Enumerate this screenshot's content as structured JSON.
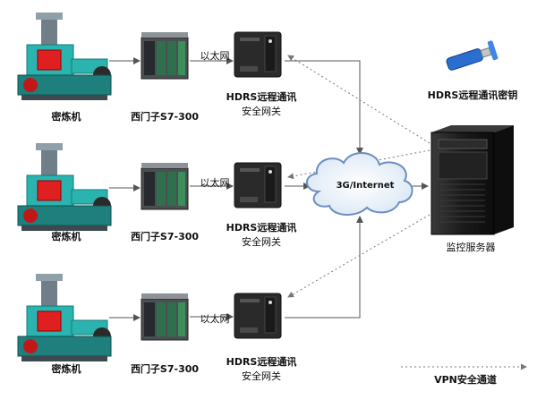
{
  "rows": [
    {
      "machine_label": "密炼机",
      "plc_label": "西门子S7-300",
      "link_label": "以太网",
      "gateway_line1": "HDRS远程通讯",
      "gateway_line2": "安全网关"
    },
    {
      "machine_label": "密炼机",
      "plc_label": "西门子S7-300",
      "link_label": "以太网",
      "gateway_line1": "HDRS远程通讯",
      "gateway_line2": "安全网关"
    },
    {
      "machine_label": "密炼机",
      "plc_label": "西门子S7-300",
      "link_label": "以太网",
      "gateway_line1": "HDRS远程通讯",
      "gateway_line2": "安全网关"
    }
  ],
  "cloud_label": "3G/Internet",
  "key_label": "HDRS远程通讯密钥",
  "server_label": "监控服务器",
  "legend_label": "VPN安全通道",
  "colors": {
    "machine_body": "#2bb3b0",
    "machine_accent": "#e02020",
    "plc_green": "#3a8f5a",
    "gateway_dark": "#2a2a2a",
    "cloud_stroke": "#6a8fc0",
    "server_dark": "#1c1c1c",
    "key_blue": "#2a6fd0"
  }
}
